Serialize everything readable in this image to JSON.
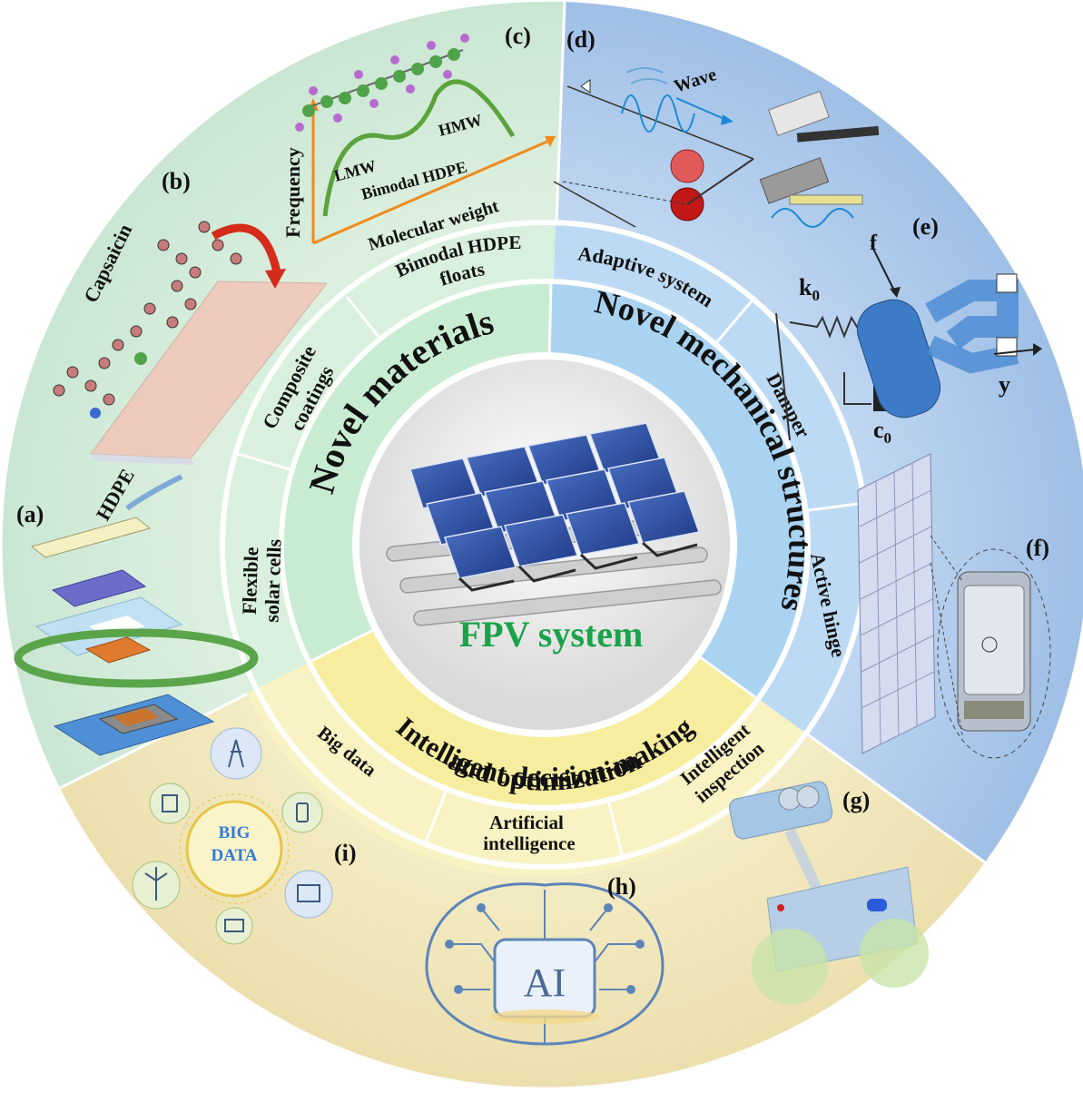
{
  "center": {
    "title": "FPV system",
    "title_color": "#1aa34a"
  },
  "categories": {
    "materials": "Novel materials",
    "mechanical": "Novel mechanical structures",
    "intelligent_line1": "Intelligent decision-making",
    "intelligent_line2": "and optimization"
  },
  "subitems": {
    "bimodal_line1": "Bimodal HDPE",
    "bimodal_line2": "floats",
    "composite_line1": "Composite",
    "composite_line2": "coatings",
    "flexible_line1": "Flexible",
    "flexible_line2": "solar cells",
    "adaptive": "Adaptive system",
    "damper": "Damper",
    "hinge": "Active hinge",
    "bigdata": "Big data",
    "ai_line1": "Artificial",
    "ai_line2": "intelligence",
    "inspection_line1": "Intelligent",
    "inspection_line2": "inspection"
  },
  "panel_labels": {
    "a": "(a)",
    "b": "(b)",
    "c": "(c)",
    "d": "(d)",
    "e": "(e)",
    "f": "(f)",
    "g": "(g)",
    "h": "(h)",
    "i": "(i)"
  },
  "panel_text": {
    "capsaicin": "Capsaicin",
    "hdpe": "HDPE",
    "frequency": "Frequency",
    "molecular_weight": "Molecular weight",
    "lmw": "LMW",
    "hmw": "HMW",
    "bimodal_hdpe": "Bimodal HDPE",
    "wave": "Wave",
    "f": "f",
    "k0": "k",
    "k0_sub": "0",
    "c0": "c",
    "c0_sub": "0",
    "y": "y",
    "big": "BIG",
    "data": "DATA",
    "ai": "AI"
  },
  "colors": {
    "materials_sector": "#d4ebd5",
    "mechanical_sector": "#aac8ea",
    "intelligent_sector": "#f3ebbd",
    "label_green": "#1aa34a"
  }
}
